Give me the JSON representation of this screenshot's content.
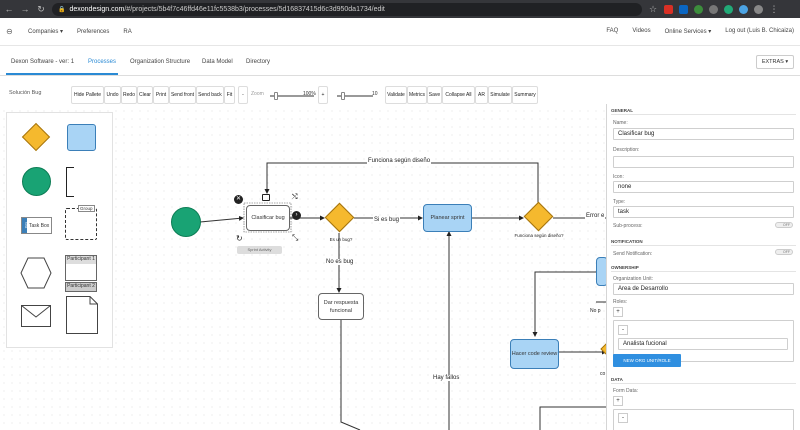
{
  "browser": {
    "url_host": "dexondesign.com",
    "url_path": "/#/projects/5b4f7c46ffd46e11fc5538b3/processes/5d16837415d6c3d950da1734/edit"
  },
  "header": {
    "logo_glyph": "⊖",
    "nav": [
      "Companies ▾",
      "Preferences",
      "RA"
    ],
    "right": [
      "FAQ",
      "Videos",
      "Online Services ▾",
      "Log out (Luis B. Chicaiza)"
    ]
  },
  "tabs": {
    "items": [
      "Dexon Software - ver: 1",
      "Processes",
      "Organization Structure",
      "Data Model",
      "Directory"
    ],
    "extras": "EXTRAS ▾"
  },
  "toolbar": {
    "process_name": "Solución Bug",
    "buttons": [
      "Hide Pallete",
      "Undo",
      "Redo",
      "Clear",
      "Print",
      "Send front",
      "Send back",
      "Fit",
      "-",
      "Zoom",
      "100%",
      "+",
      "10",
      "Validate",
      "Metrics",
      "Save",
      "Collapse All",
      "AR",
      "Simulate",
      "Summary"
    ]
  },
  "palette": {
    "task_box": "Task Box",
    "group": "Group",
    "participant1": "Participant 1",
    "participant2": "Participant 2",
    "task_tag": "TASK"
  },
  "diagram": {
    "task_clasificar": "Clasificar bug",
    "gw1_label": "Es un bug?",
    "edge_si_es_bug": "Si es bug",
    "edge_no_es_bug": "No es bug",
    "task_planear": "Planear sprint",
    "gw2_label": "Funciona según diseño?",
    "edge_funciona": "Funciona según diseño",
    "edge_error": "Error e",
    "task_dar_respuesta": "Dar respuesta funcional",
    "task_hacer_code": "Hacer code review",
    "edge_hay_fallos": "Hay fallos",
    "edge_no_p": "No p",
    "clip_co": "co",
    "chip_label": "Sprint Activity"
  },
  "props": {
    "general": "GENERAL",
    "name_label": "Name:",
    "name_value": "Clasificar bug",
    "description_label": "Description:",
    "icon_label": "Icon:",
    "icon_value": "none",
    "type_label": "Type:",
    "type_value": "task",
    "subprocess_label": "Sub-process:",
    "off": "OFF",
    "notification": "NOTIFICATION",
    "send_notification_label": "Send Notification:",
    "ownership": "OWNERSHIP",
    "org_unit_label": "Organization Unit:",
    "org_unit_value": "Area de Desarrollo",
    "roles_label": "Roles:",
    "plus": "+",
    "minus": "-",
    "role_value": "Analista fucional",
    "new_org_button": "NEW ORG UNIT/ROLE",
    "data": "DATA",
    "form_data_label": "Form Data:"
  },
  "colors": {
    "accent": "#2a8ad4",
    "task_blue": "#a9d4f5",
    "gateway": "#f5b92e",
    "start": "#19a374"
  }
}
